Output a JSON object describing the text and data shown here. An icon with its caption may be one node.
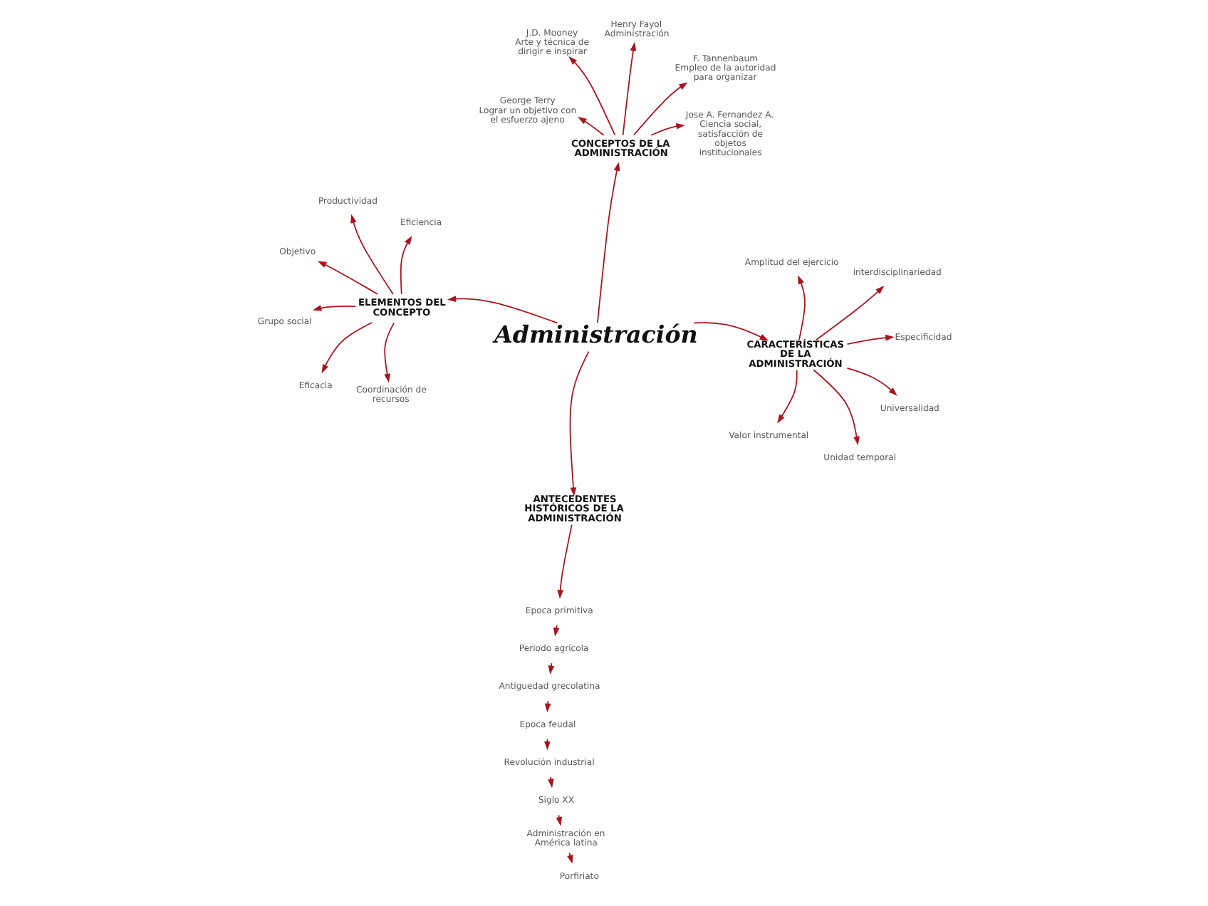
{
  "diagram": {
    "nodes": [
      {
        "text": [
          "George Terry",
          "Lograr un objetivo con el esfuerzo ajeno"
        ]
      },
      {
        "text": [
          "Jose A. Fernandez A.",
          "Ciencia social, satisfacción de objetos institucionales"
        ]
      },
      {
        "text": [
          "Periodo agrícola"
        ]
      },
      {
        "text": [
          "Henry Fayol",
          "Administración"
        ]
      },
      {
        "text": [
          "Antiguedad grecolatina"
        ]
      },
      {
        "text": [
          "J.D. Mooney",
          "Arte y técnica de dirigir e inspirar"
        ]
      },
      {
        "text": [
          "Epoca primitiva"
        ]
      },
      {
        "text": [
          "Epoca feudal"
        ]
      },
      {
        "text": [
          "ANTECEDENTES HISTÓRICOS DE LA ADMINISTRACIÓN"
        ]
      },
      {
        "text": [
          "CONCEPTOS DE LA ADMINISTRACIÓN"
        ]
      },
      {
        "text": [
          "Revolución industrial"
        ]
      },
      {
        "text": [
          "Siglo XX"
        ]
      },
      {
        "text": [
          "Porfiriato"
        ]
      },
      {
        "text": [
          "F. Tannenbaum",
          "Empleo de la autoridad para organizar"
        ]
      },
      {
        "text": [
          "Administración en América latina"
        ]
      },
      {
        "text": [
          "Administración"
        ]
      },
      {
        "text": [
          "Universalidad"
        ]
      },
      {
        "text": [
          "Grupo social"
        ]
      },
      {
        "text": [
          "ELEMENTOS DEL CONCEPTO"
        ]
      },
      {
        "text": [
          "CARACTERÍSTICAS DE LA ADMINISTRACIÓN"
        ]
      },
      {
        "text": [
          "Coordinación de recursos"
        ]
      },
      {
        "text": [
          "Valor instrumental"
        ]
      },
      {
        "text": [
          "Amplitud del ejercicio"
        ]
      },
      {
        "text": [
          "Eficiencia"
        ]
      },
      {
        "text": [
          "Productividad"
        ]
      },
      {
        "text": [
          "Unidad temporal"
        ]
      },
      {
        "text": [
          "interdisciplinariedad"
        ]
      },
      {
        "text": [
          "Objetivo"
        ]
      },
      {
        "text": [
          "Eficacia"
        ]
      },
      {
        "text": [
          "Especificidad"
        ]
      }
    ],
    "edges": [
      {
        "from": 15,
        "to": 9,
        "arrow": "to"
      },
      {
        "from": 15,
        "to": 8,
        "arrow": "to"
      },
      {
        "from": 15,
        "to": 18,
        "arrow": "to"
      },
      {
        "from": 15,
        "to": 19,
        "arrow": "to"
      },
      {
        "from": 9,
        "to": 0,
        "arrow": "to"
      },
      {
        "from": 9,
        "to": 1,
        "arrow": "to"
      },
      {
        "from": 9,
        "to": 3,
        "arrow": "to"
      },
      {
        "from": 9,
        "to": 5,
        "arrow": "to"
      },
      {
        "from": 9,
        "to": 13,
        "arrow": "to"
      },
      {
        "from": 8,
        "to": 6,
        "arrow": "to"
      },
      {
        "from": 6,
        "to": 2,
        "arrow": "to"
      },
      {
        "from": 2,
        "to": 4,
        "arrow": "to"
      },
      {
        "from": 4,
        "to": 7,
        "arrow": "to"
      },
      {
        "from": 7,
        "to": 10,
        "arrow": "to"
      },
      {
        "from": 10,
        "to": 11,
        "arrow": "to"
      },
      {
        "from": 11,
        "to": 14,
        "arrow": "to"
      },
      {
        "from": 14,
        "to": 12,
        "arrow": "to"
      },
      {
        "from": 18,
        "to": 17,
        "arrow": "to"
      },
      {
        "from": 18,
        "to": 20,
        "arrow": "to"
      },
      {
        "from": 18,
        "to": 24,
        "arrow": "to"
      },
      {
        "from": 18,
        "to": 27,
        "arrow": "to"
      },
      {
        "from": 18,
        "to": 28,
        "arrow": "to"
      },
      {
        "from": 18,
        "to": 23,
        "arrow": "to"
      },
      {
        "from": 19,
        "to": 16,
        "arrow": "to"
      },
      {
        "from": 19,
        "to": 21,
        "arrow": "to"
      },
      {
        "from": 19,
        "to": 25,
        "arrow": "to"
      },
      {
        "from": 19,
        "to": 29,
        "arrow": "to"
      },
      {
        "from": 19,
        "to": 26,
        "arrow": "to"
      },
      {
        "from": 19,
        "to": 22,
        "arrow": "to"
      }
    ]
  }
}
